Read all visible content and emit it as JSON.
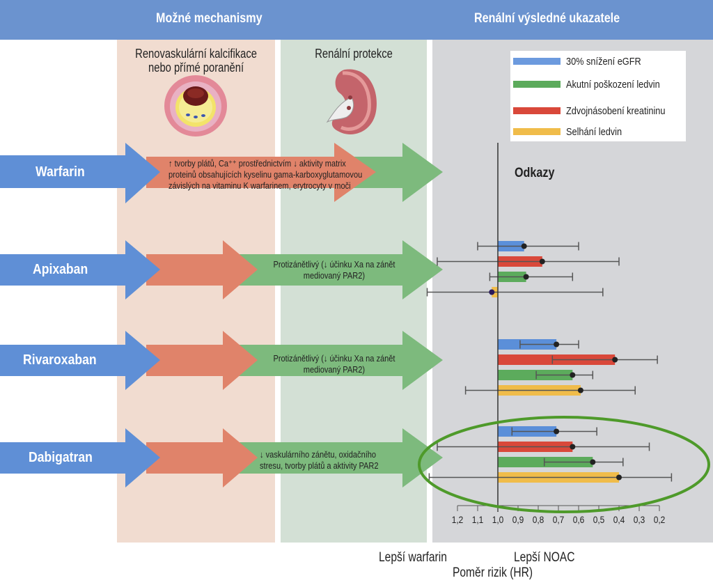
{
  "header": {
    "left_title": "Možné mechanismy",
    "right_title": "Renální výsledné ukazatele"
  },
  "columns": {
    "calcification": {
      "title_line1": "Renovaskulární kalcifikace",
      "title_line2": "nebo přímé poranění",
      "icon": "artery-cross-section-icon"
    },
    "protection": {
      "title": "Renální protekce",
      "icon": "kidney-icon"
    }
  },
  "drugs": [
    {
      "name": "Warfarin",
      "mechanism_lines": [
        "↑ tvorby plátů, Ca⁺⁺ prostřednictvím ↓ aktivity matrix",
        "proteinů obsahujících kyselinu gama-karboxyglutamovou",
        "závislých na vitaminu K warfarinem, erytrocyty v moči"
      ]
    },
    {
      "name": "Apixaban",
      "mechanism_lines": [
        "Protizánětlivý (↓ účinku Xa na zánět",
        "mediovaný PAR2)"
      ]
    },
    {
      "name": "Rivaroxaban",
      "mechanism_lines": [
        "Protizánětlivý (↓ účinku Xa na zánět",
        "mediovaný PAR2)"
      ]
    },
    {
      "name": "Dabigatran",
      "mechanism_lines": [
        "↓ vaskulárního zánětu, oxidačního",
        "stresu, tvorby plátů a aktivity PAR2"
      ]
    }
  ],
  "colors": {
    "header": "#6b93cf",
    "drug_arrow": "#5f8fd6",
    "calc_arrow": "#e0836a",
    "prot_arrow": "#7dba7d",
    "highlight_ellipse": "#4e9a2a"
  },
  "chart_data": {
    "type": "bar",
    "title": "Odkazy",
    "xlabel": "Poměr rizik (HR)",
    "x_direction_labels": {
      "left": "Lepší warfarin",
      "right": "Lepší NOAC"
    },
    "xlim": [
      1.2,
      0.2
    ],
    "reference_line": 1.0,
    "x_ticks": [
      "1,2",
      "1,1",
      "1,0",
      "0,9",
      "0,8",
      "0,7",
      "0,6",
      "0,5",
      "0,4",
      "0,3",
      "0,2"
    ],
    "x_tick_values": [
      1.2,
      1.1,
      1.0,
      0.9,
      0.8,
      0.7,
      0.6,
      0.5,
      0.4,
      0.3,
      0.2
    ],
    "legend_position": "top-right",
    "series": [
      {
        "name": "30% snížení eGFR",
        "color": "#5b8fd9"
      },
      {
        "name": "Akutní poškození ledvin",
        "color": "#5cab5c"
      },
      {
        "name": "Zdvojnásobení kreatininu",
        "color": "#d9483a"
      },
      {
        "name": "Selhání ledvin",
        "color": "#f0bc4a"
      }
    ],
    "groups": [
      {
        "drug": "Apixaban",
        "rows": [
          {
            "series": "30% snížení eGFR",
            "hr": 0.87,
            "ci": [
              1.1,
              0.6
            ]
          },
          {
            "series": "Zdvojnásobení kreatininu",
            "hr": 0.78,
            "ci": [
              1.3,
              0.4
            ]
          },
          {
            "series": "Akutní poškození ledvin",
            "hr": 0.86,
            "ci": [
              1.04,
              0.63
            ]
          },
          {
            "series": "Selhání ledvin",
            "hr": 1.03,
            "ci": [
              1.35,
              0.48
            ]
          }
        ]
      },
      {
        "drug": "Rivaroxaban",
        "rows": [
          {
            "series": "30% snížení eGFR",
            "hr": 0.71,
            "ci": [
              0.89,
              0.6
            ]
          },
          {
            "series": "Zdvojnásobení kreatininu",
            "hr": 0.42,
            "ci": [
              0.73,
              0.21
            ]
          },
          {
            "series": "Akutní poškození ledvin",
            "hr": 0.63,
            "ci": [
              0.81,
              0.53
            ]
          },
          {
            "series": "Selhání ledvin",
            "hr": 0.59,
            "ci": [
              1.16,
              0.32
            ]
          }
        ]
      },
      {
        "drug": "Dabigatran",
        "highlighted": true,
        "rows": [
          {
            "series": "30% snížení eGFR",
            "hr": 0.71,
            "ci": [
              0.93,
              0.51
            ]
          },
          {
            "series": "Zdvojnásobení kreatininu",
            "hr": 0.63,
            "ci": [
              1.3,
              0.25
            ]
          },
          {
            "series": "Akutní poškození ledvin",
            "hr": 0.53,
            "ci": [
              0.77,
              0.38
            ]
          },
          {
            "series": "Selhání ledvin",
            "hr": 0.4,
            "ci": [
              1.34,
              0.14
            ]
          }
        ]
      }
    ]
  }
}
